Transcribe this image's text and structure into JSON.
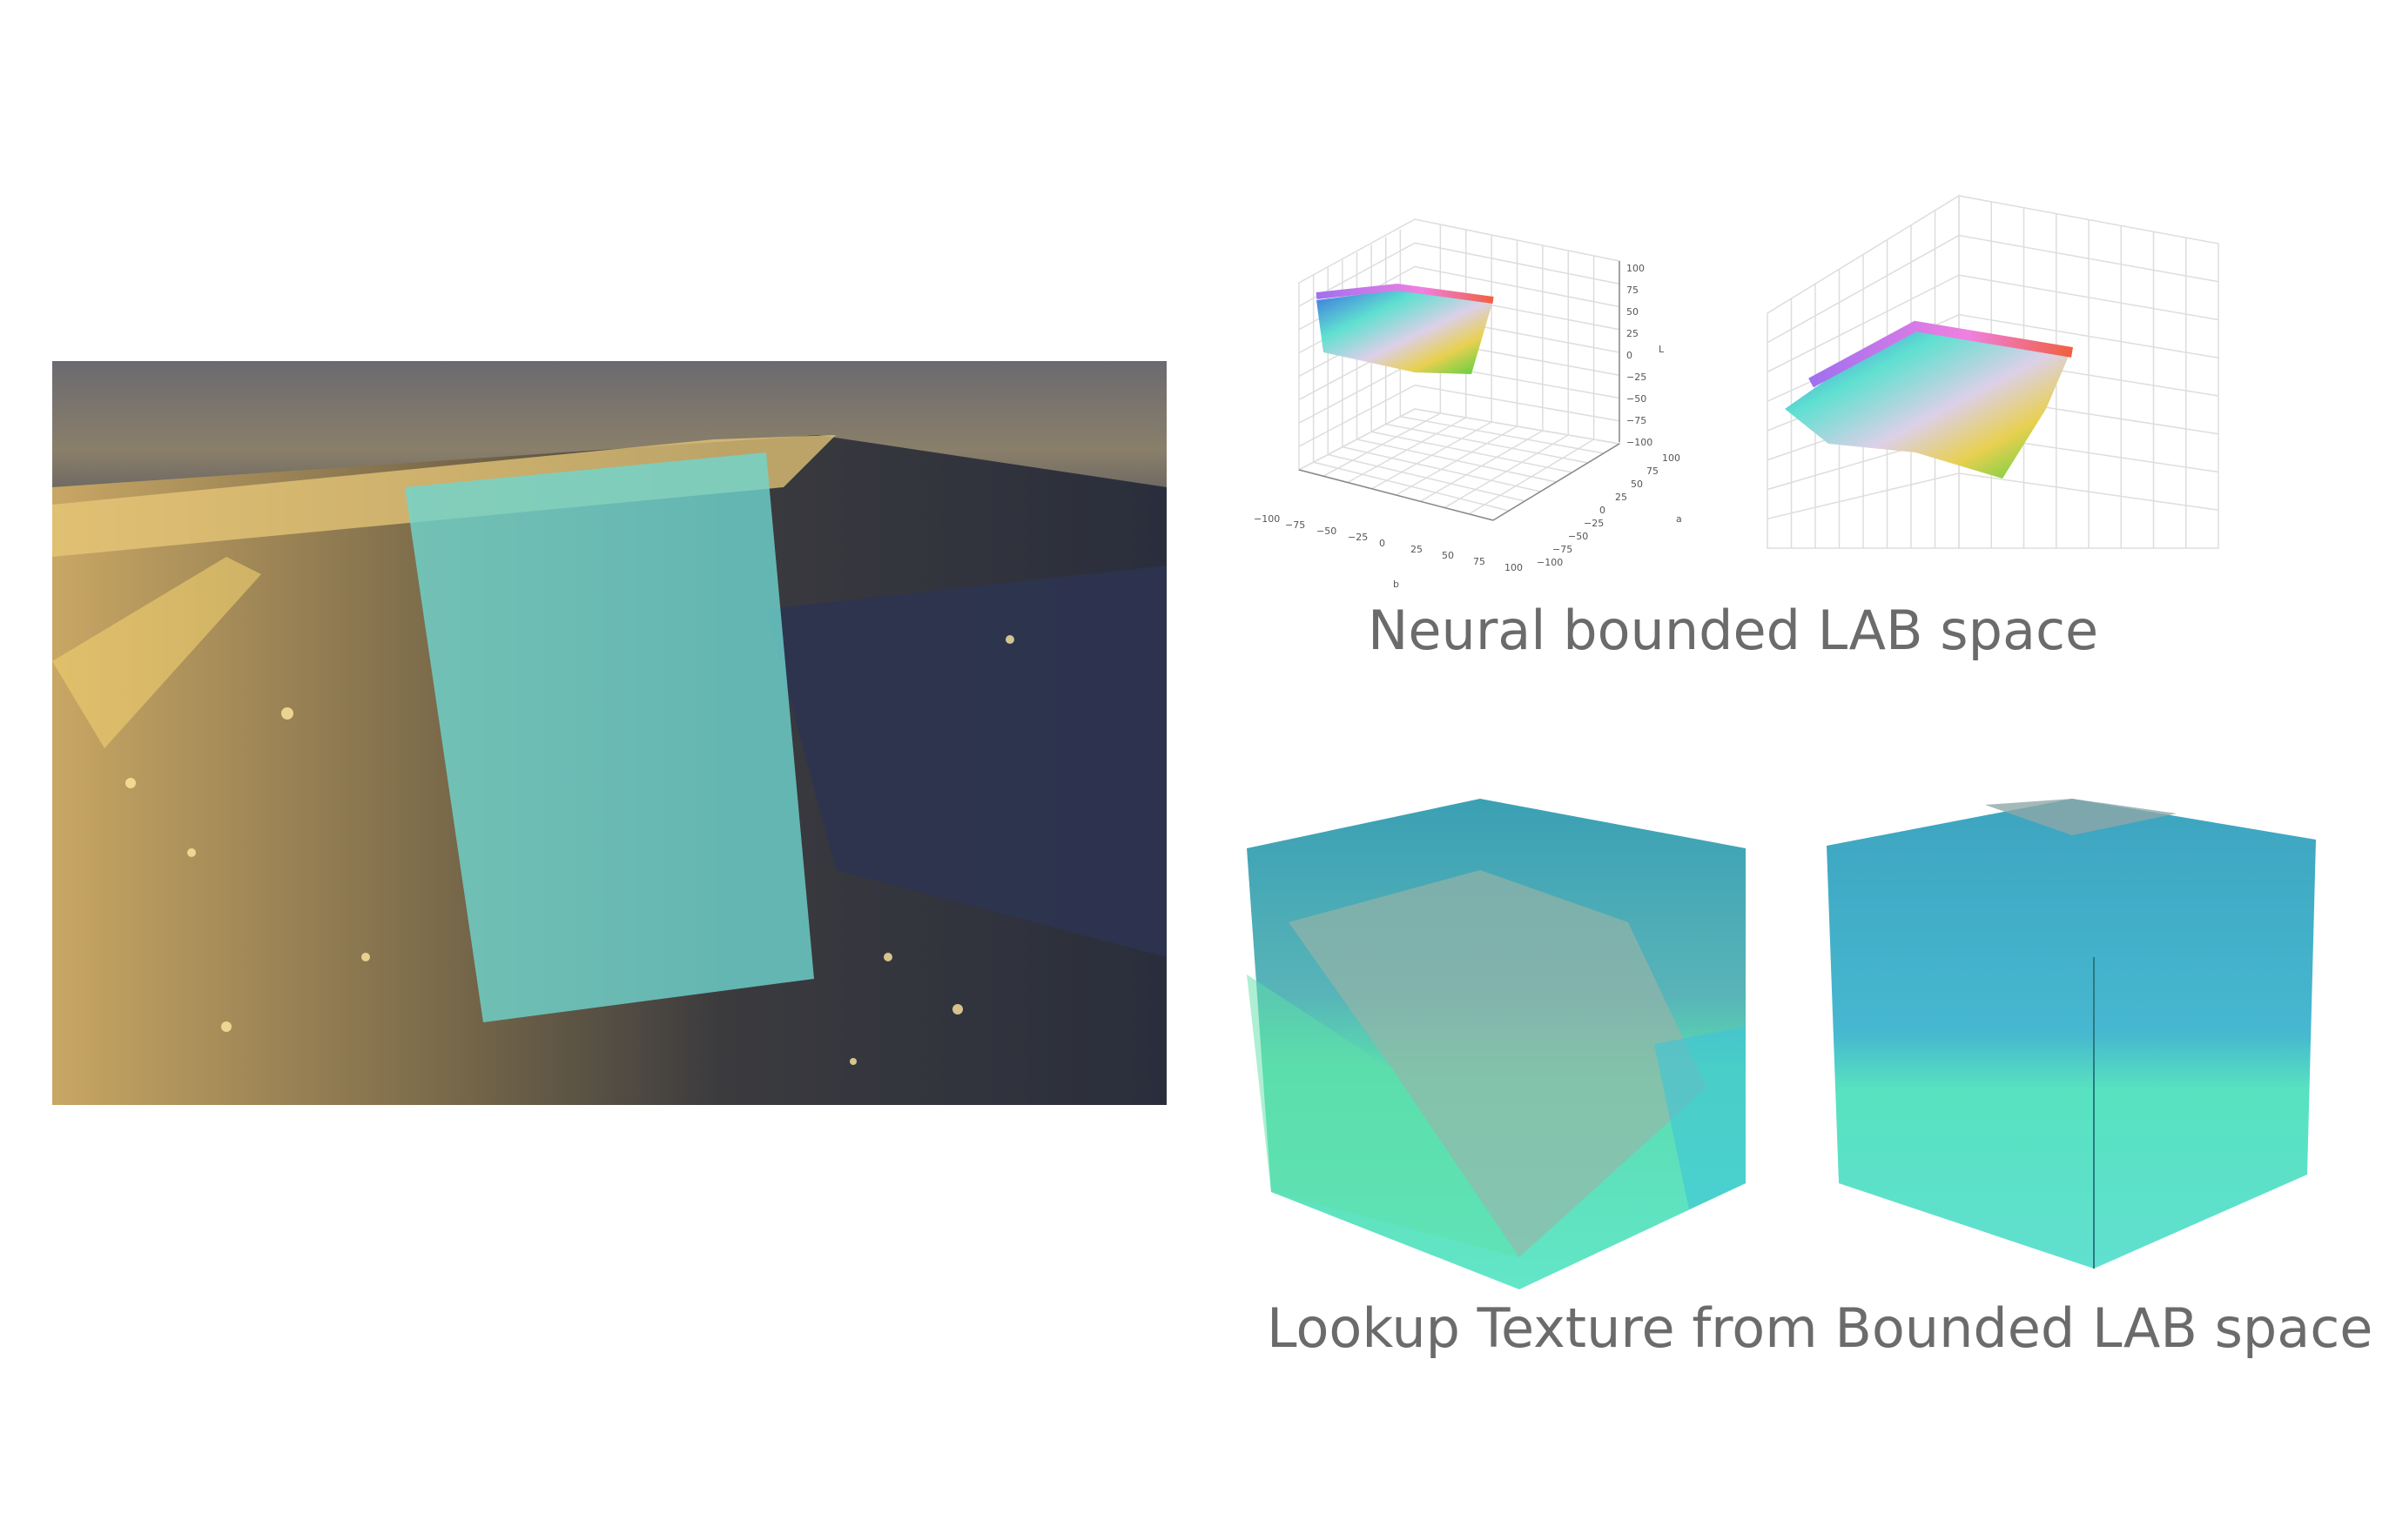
{
  "slide": {
    "caption_top": "Neural bounded LAB space",
    "caption_bottom": "Lookup Texture from Bounded LAB space"
  },
  "plot": {
    "l_ticks": [
      "100",
      "75",
      "50",
      "25",
      "0",
      "−25",
      "−50",
      "−75",
      "−100"
    ],
    "b_ticks": [
      "−100",
      "−75",
      "−50",
      "−25",
      "0",
      "25",
      "50",
      "75",
      "100"
    ],
    "a_ticks": [
      "−100",
      "−75",
      "−50",
      "−25",
      "0",
      "25",
      "50",
      "75",
      "100"
    ],
    "l_label": "L",
    "a_label": "a",
    "b_label": "b"
  },
  "colors": {
    "caption": "#6b6b6b",
    "overlay": "#6fd6d0",
    "cube_top": "#3fa3b8",
    "cube_bottom": "#5ee3b8"
  }
}
